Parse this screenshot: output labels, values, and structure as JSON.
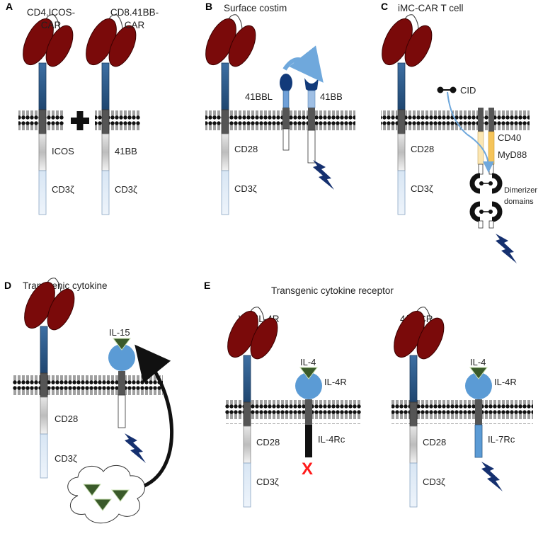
{
  "panels": {
    "A": {
      "letter": "A",
      "car1_label_line1": "CD4.ICOS-",
      "car1_label_line2": "CAR",
      "car2_label_line1": "CD8.41BB-",
      "car2_label_line2": "CAR",
      "car1_costim": "ICOS",
      "car2_costim": "41BB",
      "cd3z": "CD3ζ"
    },
    "B": {
      "letter": "B",
      "title": "Surface costim",
      "ligand": "41BBL",
      "receptor": "41BB",
      "cd28": "CD28",
      "cd3z": "CD3ζ"
    },
    "C": {
      "letter": "C",
      "title": "iMC-CAR T cell",
      "cid": "CID",
      "cd40": "CD40",
      "myd88": "MyD88",
      "dimerizer_line1": "Dimerizer",
      "dimerizer_line2": "domains",
      "cd28": "CD28",
      "cd3z": "CD3ζ"
    },
    "D": {
      "letter": "D",
      "title": "Transgenic cytokine",
      "cytokine": "IL-15",
      "cd28": "CD28",
      "cd3z": "CD3ζ"
    },
    "E": {
      "letter": "E",
      "title": "Transgenic cytokine receptor",
      "left_title": "WT IL-4R",
      "right_title": "4/7-ICR",
      "il4": "IL-4",
      "il4r": "IL-4R",
      "il4rc": "IL-4Rc",
      "il7rc": "IL-7Rc",
      "blocked_mark": "X",
      "cd28": "CD28",
      "cd3z": "CD3ζ"
    }
  },
  "colors": {
    "scfv": "#7a0a0a",
    "hinge": "#2c5a86",
    "transmembrane": "#555555",
    "ligand": "#123a7a",
    "receptor_light": "#9fbfe4",
    "cytokine_receptor": "#5b9bd5",
    "cytokine": "#3a5a2a",
    "lightning": "#15306f",
    "cd40": "#fbe6b2",
    "myd88": "#f5c45a",
    "block_x": "#ff1a1a"
  }
}
